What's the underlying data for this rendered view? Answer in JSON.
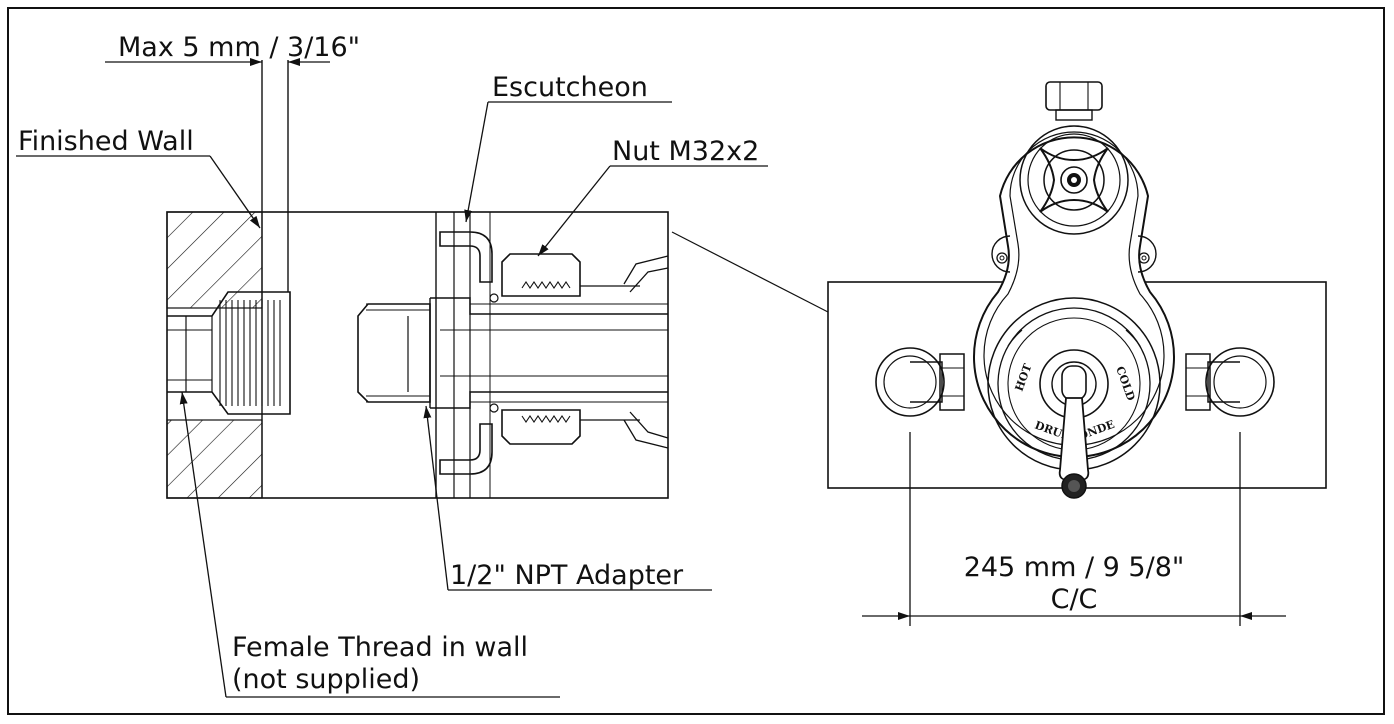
{
  "labels": {
    "max_gap": "Max 5 mm / 3/16\"",
    "escutcheon": "Escutcheon",
    "finished_wall": "Finished Wall",
    "nut": "Nut M32x2",
    "adapter": "1/2\" NPT Adapter",
    "female_thread_line1": "Female Thread in wall",
    "female_thread_line2": "(not supplied)",
    "center_distance": "245 mm / 9 5/8\"",
    "center_note": "C/C"
  },
  "dial": {
    "hot": "HOT",
    "cold": "COLD",
    "drum": "DRUM",
    "onde": "ONDE"
  },
  "colors": {
    "line": "#111111",
    "background": "#ffffff"
  }
}
